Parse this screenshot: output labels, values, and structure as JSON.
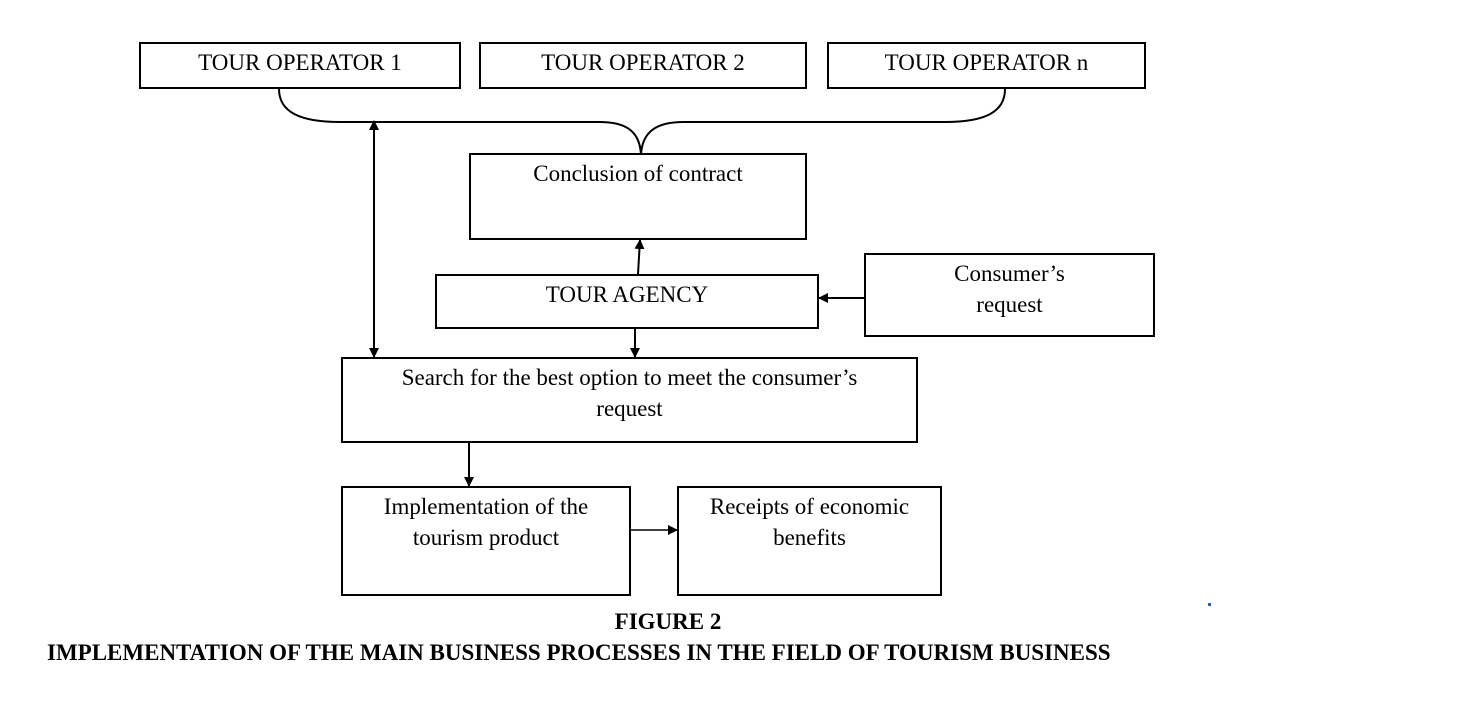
{
  "diagram": {
    "tour_operators": [
      {
        "label": "TOUR OPERATOR 1"
      },
      {
        "label": "TOUR OPERATOR 2"
      },
      {
        "label": "TOUR OPERATOR n"
      }
    ],
    "contract": {
      "label": "Conclusion of contract"
    },
    "agency": {
      "label": "TOUR AGENCY"
    },
    "consumer_request": {
      "label": "Consumer’s\nrequest"
    },
    "search": {
      "label": "Search for the best option to meet the consumer’s\nrequest"
    },
    "implementation": {
      "label": "Implementation of the\ntourism product"
    },
    "receipts": {
      "label": "Receipts of economic\nbenefits"
    }
  },
  "caption": {
    "figure_number": "FIGURE 2",
    "title": "IMPLEMENTATION OF THE MAIN BUSINESS PROCESSES IN THE FIELD OF TOURISM BUSINESS"
  },
  "colors": {
    "line": "#000000",
    "background": "#ffffff",
    "stray_mark": "#2a5db0"
  }
}
